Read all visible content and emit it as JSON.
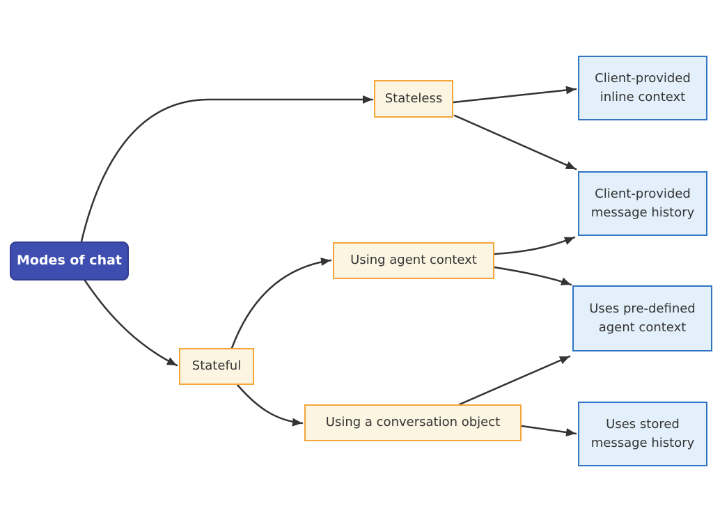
{
  "palette": {
    "background": "#ffffff",
    "edge_color": "#333333",
    "root_fill": "#3e4eb0",
    "root_border": "#303d91",
    "root_text": "#ffffff",
    "branch_fill": "#fcf5e2",
    "branch_border": "#f4a63b",
    "leaf_fill": "#e3f0fb",
    "leaf_border": "#2f74c5",
    "node_text": "#333333"
  },
  "nodes": {
    "root": {
      "label": "Modes of chat"
    },
    "stateless": {
      "label": "Stateless"
    },
    "stateful": {
      "label": "Stateful"
    },
    "agent_context": {
      "label": "Using agent context"
    },
    "conversation_object": {
      "label": "Using a conversation object"
    },
    "inline_context": {
      "label": "Client-provided inline context"
    },
    "message_history": {
      "label": "Client-provided message history"
    },
    "predefined_context": {
      "label": "Uses pre-defined agent context"
    },
    "stored_history": {
      "label": "Uses stored message history"
    }
  },
  "edges": [
    {
      "from": "Modes of chat",
      "to": "Stateless"
    },
    {
      "from": "Modes of chat",
      "to": "Stateful"
    },
    {
      "from": "Stateless",
      "to": "Client-provided inline context"
    },
    {
      "from": "Stateless",
      "to": "Client-provided message history"
    },
    {
      "from": "Stateful",
      "to": "Using agent context"
    },
    {
      "from": "Stateful",
      "to": "Using a conversation object"
    },
    {
      "from": "Using agent context",
      "to": "Client-provided message history"
    },
    {
      "from": "Using agent context",
      "to": "Uses pre-defined agent context"
    },
    {
      "from": "Using a conversation object",
      "to": "Uses pre-defined agent context"
    },
    {
      "from": "Using a conversation object",
      "to": "Uses stored message history"
    }
  ]
}
